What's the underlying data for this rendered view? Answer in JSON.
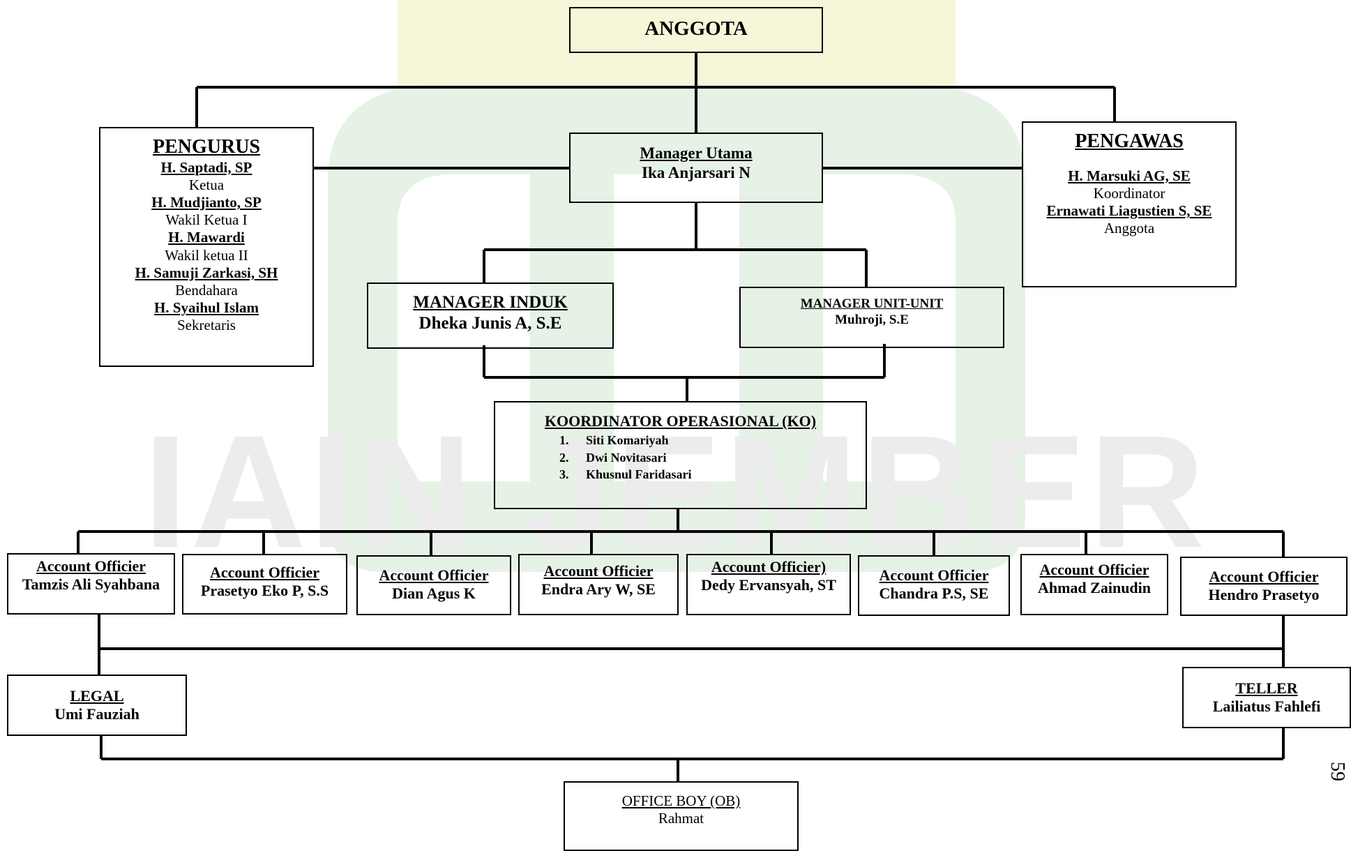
{
  "watermark": {
    "text": "IAIN JEMBER",
    "color": "#ececec",
    "logo_color": "#e6f2e6",
    "logo_accent": "#f8f6d8"
  },
  "page_number": "59",
  "anggota": "ANGGOTA",
  "manager_utama": {
    "title": "Manager Utama",
    "name": "Ika Anjarsari N"
  },
  "pengurus": {
    "title": "PENGURUS",
    "members": [
      {
        "name": "H. Saptadi, SP",
        "role": "Ketua"
      },
      {
        "name": "H. Mudjianto, SP",
        "role": "Wakil Ketua I"
      },
      {
        "name": "H. Mawardi",
        "role": "Wakil ketua II"
      },
      {
        "name": "H. Samuji Zarkasi, SH",
        "role": "Bendahara"
      },
      {
        "name": "H. Syaihul Islam",
        "role": "Sekretaris"
      }
    ]
  },
  "pengawas": {
    "title": "PENGAWAS",
    "members": [
      {
        "name": "H. Marsuki AG, SE",
        "role": "Koordinator"
      },
      {
        "name": "Ernawati Liagustien S, SE",
        "role": "Anggota"
      }
    ]
  },
  "manager_induk": {
    "title": "MANAGER INDUK",
    "name": "Dheka Junis A, S.E"
  },
  "manager_unit": {
    "title": "MANAGER UNIT-UNIT",
    "name": "Muhroji, S.E"
  },
  "koordinator": {
    "title": "KOORDINATOR OPERASIONAL (KO)",
    "members": [
      {
        "num": "1.",
        "name": "Siti Komariyah"
      },
      {
        "num": "2.",
        "name": "Dwi Novitasari"
      },
      {
        "num": "3.",
        "name": "Khusnul Faridasari"
      }
    ]
  },
  "account_officers": [
    {
      "title": "Account Officier",
      "name": "Tamzis Ali Syahbana"
    },
    {
      "title": "Account Officier",
      "name": "Prasetyo Eko P, S.S"
    },
    {
      "title": "Account Officier",
      "name": "Dian Agus K"
    },
    {
      "title": "Account Officier",
      "name": "Endra Ary W, SE"
    },
    {
      "title": "Account Officier)",
      "name": "Dedy Ervansyah, ST"
    },
    {
      "title": "Account Officier",
      "name": "Chandra P.S, SE"
    },
    {
      "title": "Account Officier",
      "name": "Ahmad Zainudin"
    },
    {
      "title": "Account Officier",
      "name": "Hendro Prasetyo"
    }
  ],
  "legal": {
    "title": "LEGAL",
    "name": "Umi Fauziah"
  },
  "teller": {
    "title": "TELLER",
    "name": "Lailiatus Fahlefi"
  },
  "office_boy": {
    "title": "OFFICE BOY (OB)",
    "name": "Rahmat"
  }
}
